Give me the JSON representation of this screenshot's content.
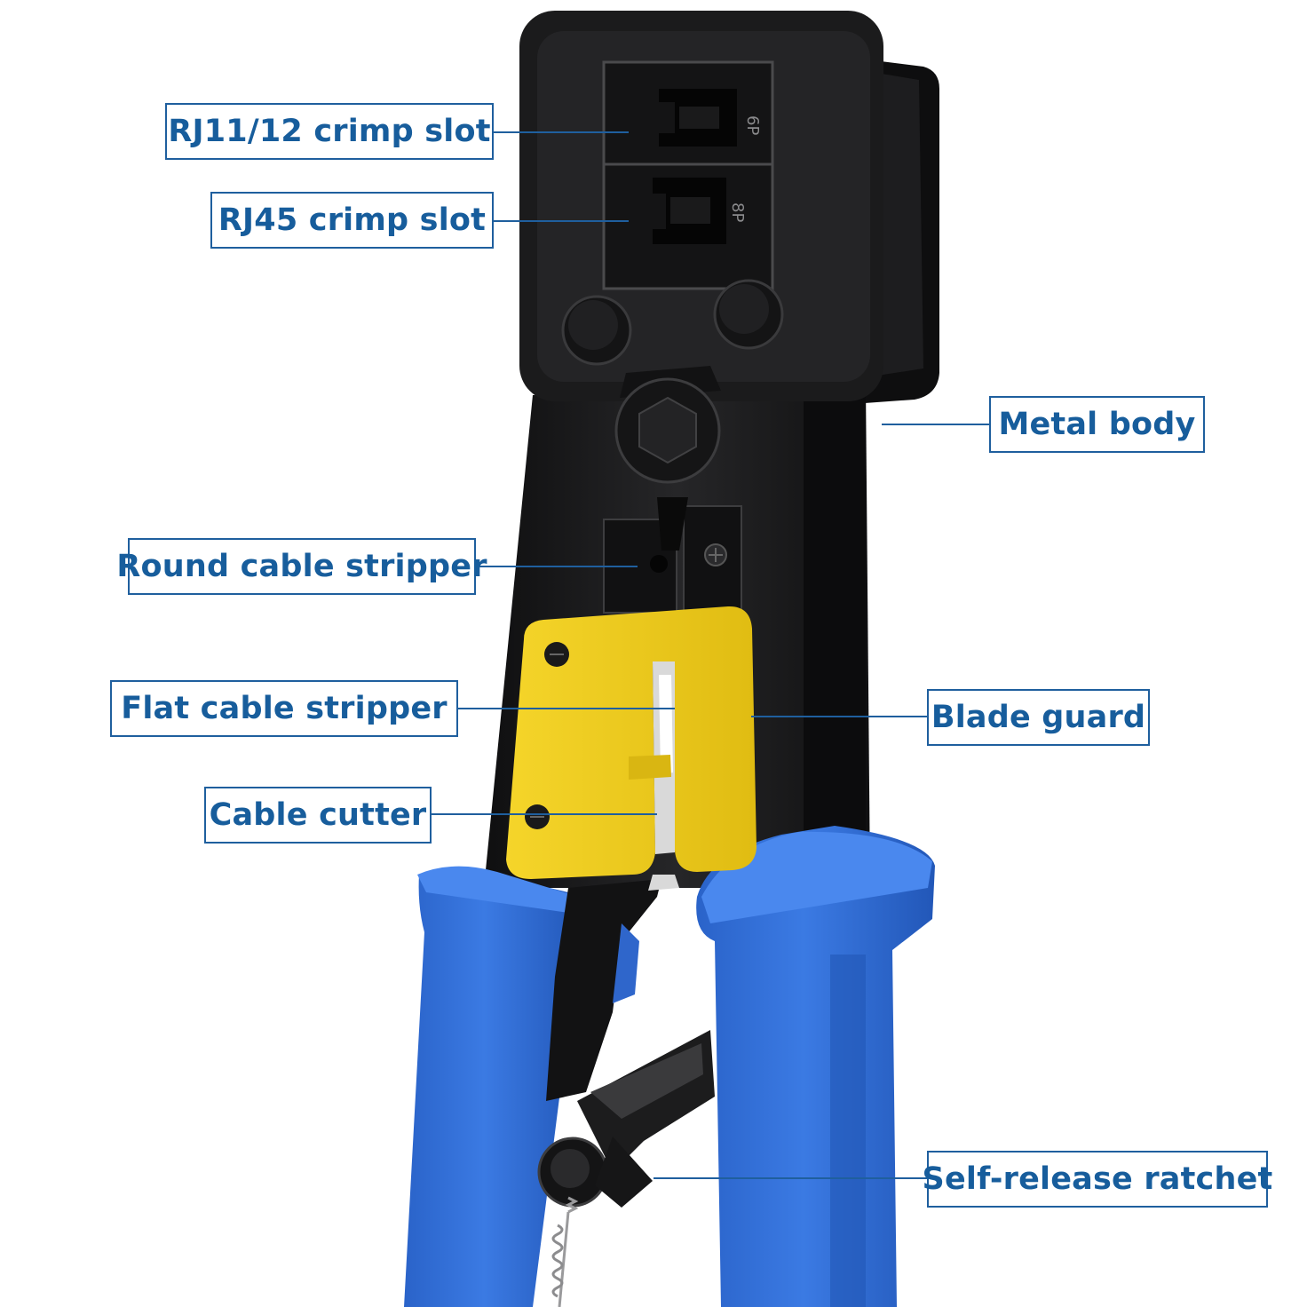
{
  "colors": {
    "label_text": "#175d9c",
    "label_border": "#1f5f9e",
    "handle_blue": "#2f6fd6",
    "guard_yellow": "#f3d21d",
    "body_black": "#1a1a1a"
  },
  "callouts": [
    {
      "id": "rj11",
      "text": "RJ11/12 crimp slot"
    },
    {
      "id": "rj45",
      "text": "RJ45 crimp slot"
    },
    {
      "id": "metal-body",
      "text": "Metal body"
    },
    {
      "id": "round-stripper",
      "text": "Round cable stripper"
    },
    {
      "id": "flat-stripper",
      "text": "Flat cable stripper"
    },
    {
      "id": "blade-guard",
      "text": "Blade guard"
    },
    {
      "id": "cable-cutter",
      "text": "Cable cutter"
    },
    {
      "id": "ratchet",
      "text": "Self-release ratchet"
    }
  ],
  "head_markings": {
    "slot_top": "6P",
    "slot_bottom": "8P"
  }
}
